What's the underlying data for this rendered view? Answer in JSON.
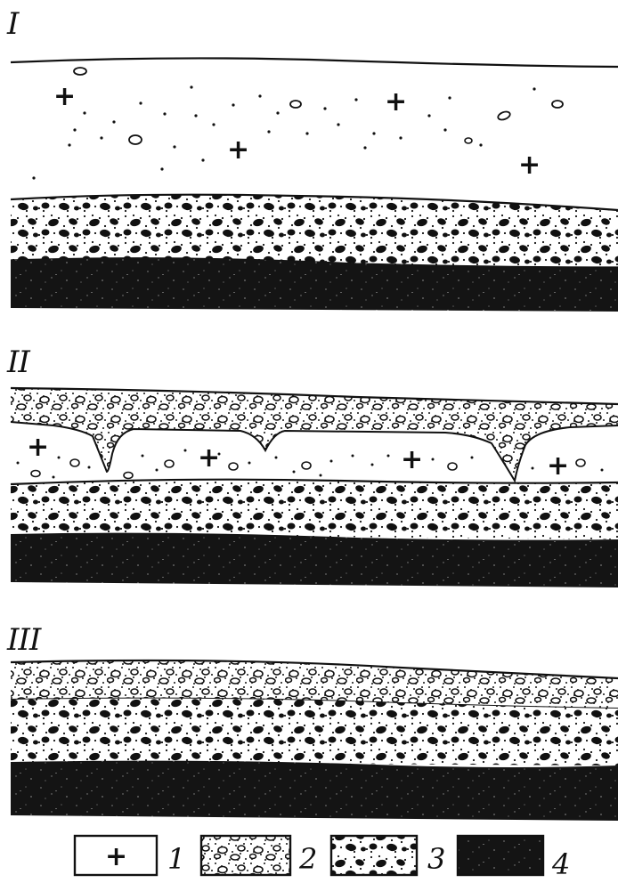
{
  "panels": [
    {
      "id": "I",
      "label": "I"
    },
    {
      "id": "II",
      "label": "II"
    },
    {
      "id": "III",
      "label": "III"
    }
  ],
  "legend": [
    {
      "number": "1",
      "symbol": "+"
    },
    {
      "number": "2"
    },
    {
      "number": "3"
    },
    {
      "number": "4"
    }
  ],
  "colors": {
    "ink": "#111111",
    "paper": "#ffffff",
    "dark_layer": "#141414"
  }
}
